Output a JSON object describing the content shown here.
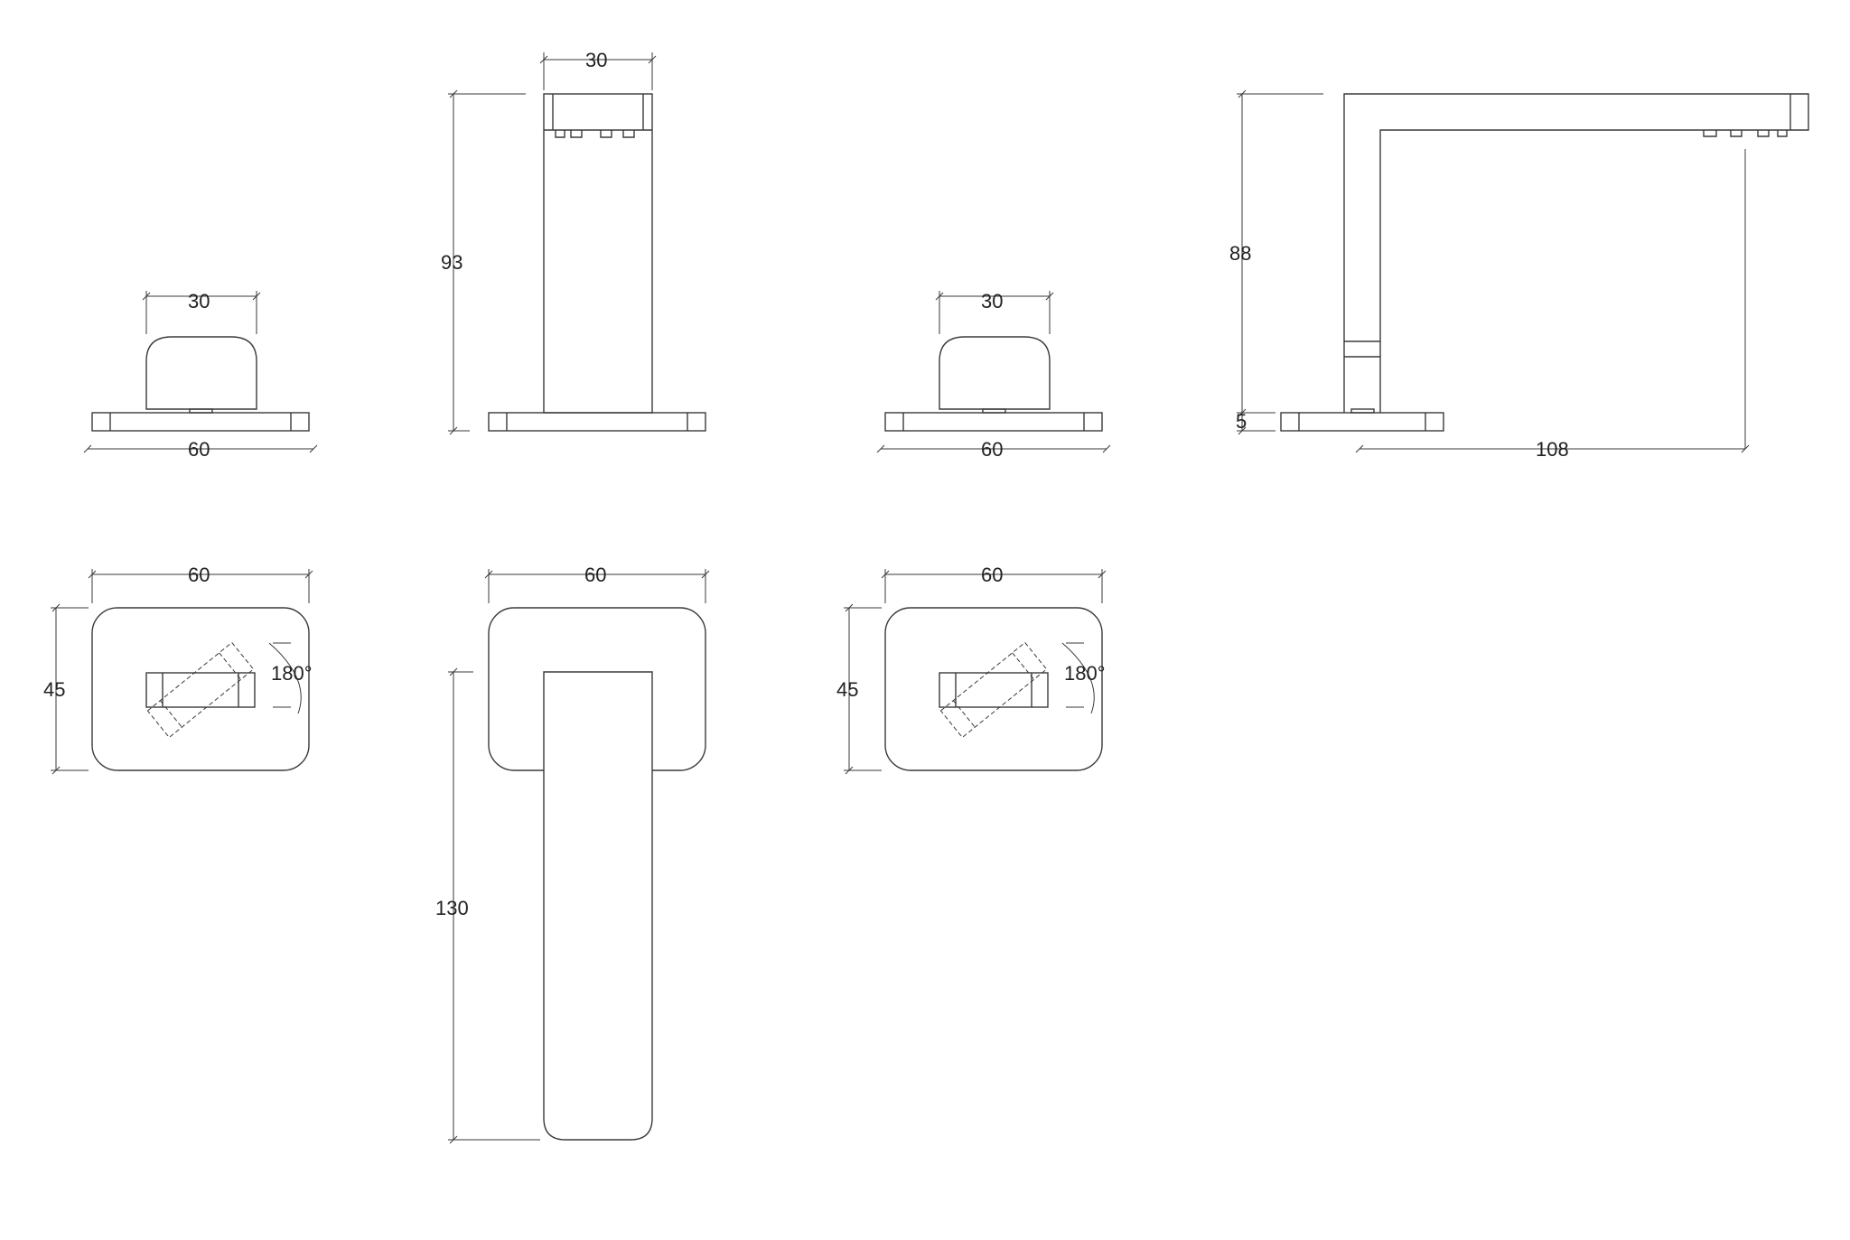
{
  "colors": {
    "line": "#3a3a3a",
    "text": "#222222",
    "background": "#ffffff"
  },
  "labels": {
    "handle_left_front_width": "30",
    "handle_left_front_base": "60",
    "spout_front_width": "30",
    "spout_front_height": "93",
    "handle_right_front_width": "30",
    "handle_right_front_base": "60",
    "spout_side_height": "88",
    "spout_side_base": "5",
    "spout_side_reach": "108",
    "handle_left_top_width": "60",
    "handle_left_top_depth": "45",
    "handle_left_rotation": "180°",
    "spout_top_width": "60",
    "spout_top_length": "130",
    "handle_right_top_width": "60",
    "handle_right_top_depth": "45",
    "handle_right_rotation": "180°"
  }
}
